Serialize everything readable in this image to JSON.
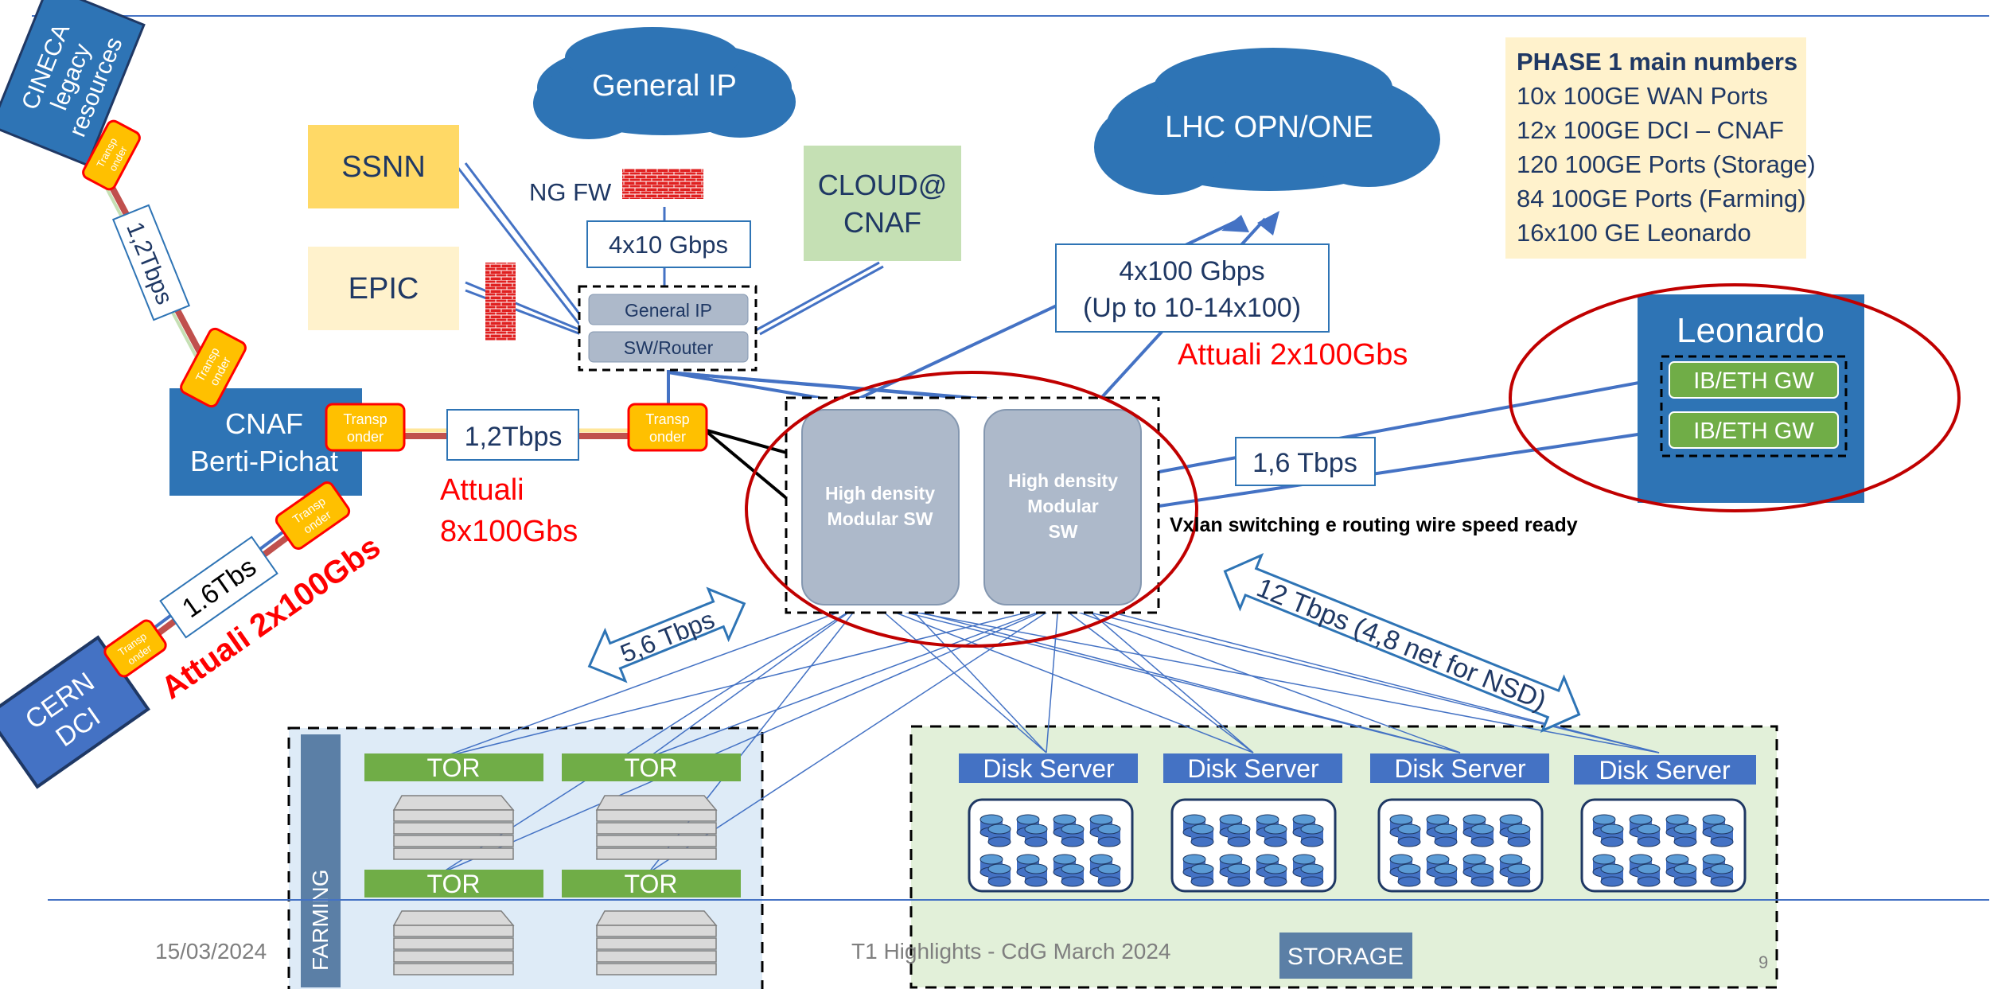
{
  "slide": {
    "date": "15/03/2024",
    "footer": "T1 Highlights - CdG March  2024",
    "page_number": "9"
  },
  "clouds": {
    "general_ip": "General IP",
    "lhc": "LHC OPN/ONE"
  },
  "boxes": {
    "ssnn": "SSNN",
    "epic": "EPIC",
    "cloud": [
      "CLOUD@",
      "CNAF"
    ],
    "ng_fw": "NG FW",
    "bw_4x10": "4x10 Gbps",
    "general_ip_inner": "General IP",
    "sw_router": "SW/Router",
    "bw_4x100": [
      "4x100 Gbps",
      "(Up to 10-14x100)"
    ],
    "attuali_lhc": "Attuali 2x100Gbs",
    "cnaf": [
      "CNAF",
      "Berti-Pichat"
    ],
    "transponder": [
      "Transp",
      "onder"
    ],
    "bw_cnaf": "1,2Tbps",
    "attuali_cnaf": [
      "Attuali",
      "8x100Gbs"
    ],
    "cineca": [
      "CINECA",
      "legacy",
      "resources"
    ],
    "bw_cineca": "1,2Tbps",
    "cern": [
      "CERN",
      "DCI"
    ],
    "bw_cern": "1.6Tbs",
    "attuali_cern": "Attuali 2x100Gbs",
    "hd_sw_1": [
      "High density",
      "Modular  SW"
    ],
    "hd_sw_2": [
      "High density",
      "Modular",
      "SW"
    ],
    "vxlan": "Vxlan switching e routing wire speed ready",
    "bw_leonardo": "1,6 Tbps",
    "leonardo": "Leonardo",
    "gw": [
      "IB/ETH GW",
      "IB/ETH GW"
    ],
    "farming_bw": "5,6 Tbps",
    "storage_bw": "12 Tbps (4,8 net for NSD)",
    "tor": [
      "TOR",
      "TOR",
      "TOR",
      "TOR"
    ],
    "farming": "FARMING",
    "disk_server": [
      "Disk Server",
      "Disk Server",
      "Disk Server",
      "Disk Server"
    ],
    "storage": "STORAGE"
  },
  "phase1": {
    "title": "PHASE 1 main numbers",
    "lines": [
      "10x 100GE WAN Ports",
      "12x 100GE DCI – CNAF",
      "120 100GE Ports (Storage)",
      "84 100GE  Ports  (Farming)",
      "16x100 GE Leonardo"
    ]
  },
  "colors": {
    "blue_dark": "#2e74b5",
    "line_blue": "#4472c4",
    "gray_sw": "#adb9ca",
    "green": "#70ad47",
    "red": "#ff0000",
    "darkred": "#c00000",
    "orange": "#ffc000",
    "yellow": "#ffd966",
    "cream": "#fff2cc",
    "mint": "#c5e0b4"
  }
}
